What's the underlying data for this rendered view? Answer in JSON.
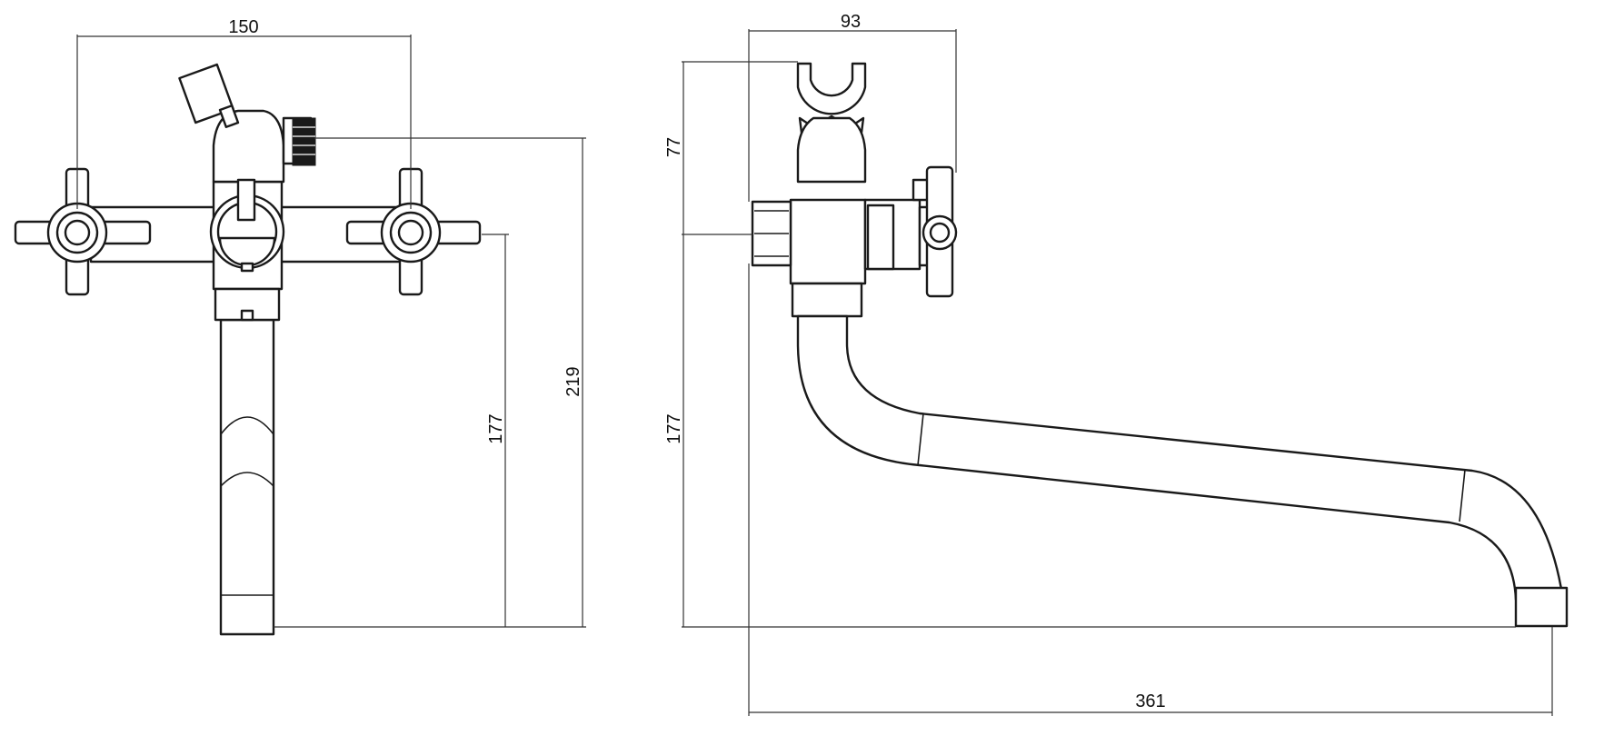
{
  "colors": {
    "line": "#1a1a1a",
    "background": "#ffffff"
  },
  "front_view": {
    "dim_width": "150",
    "dim_outlet_height": "177",
    "dim_total_height": "219"
  },
  "side_view": {
    "dim_depth": "93",
    "dim_top": "77",
    "dim_outlet_height": "177",
    "dim_reach": "361"
  }
}
